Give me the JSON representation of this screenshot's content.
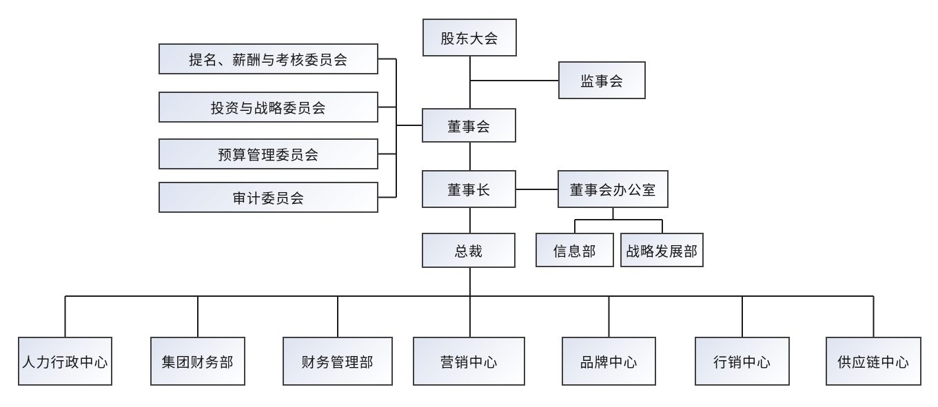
{
  "diagram": {
    "type": "org-chart",
    "background_color": "#ffffff",
    "node_border_color": "#3f3f3f",
    "node_fill_gradient": [
      "#dde3f0",
      "#ffffff"
    ],
    "line_color": "#1b1b1b",
    "text_color": "#141414",
    "nodes": {
      "shareholders_meeting": {
        "label": "股东大会"
      },
      "supervisory_board": {
        "label": "监事会"
      },
      "board_of_directors": {
        "label": "董事会"
      },
      "nomination_remuneration_assessment_committee": {
        "label": "提名、薪酬与考核委员会"
      },
      "investment_strategy_committee": {
        "label": "投资与战略委员会"
      },
      "budget_management_committee": {
        "label": "预算管理委员会"
      },
      "audit_committee": {
        "label": "审计委员会"
      },
      "chairman": {
        "label": "董事长"
      },
      "board_office": {
        "label": "董事会办公室"
      },
      "information_dept": {
        "label": "信息部"
      },
      "strategic_development_dept": {
        "label": "战略发展部"
      },
      "president": {
        "label": "总裁"
      },
      "hr_admin_center": {
        "label": "人力行政中心"
      },
      "group_finance_dept": {
        "label": "集团财务部"
      },
      "financial_management_dept": {
        "label": "财务管理部"
      },
      "marketing_center": {
        "label": "营销中心"
      },
      "brand_center": {
        "label": "品牌中心"
      },
      "trade_marketing_center": {
        "label": "行销中心"
      },
      "supply_chain_center": {
        "label": "供应链中心"
      }
    },
    "edges": [
      {
        "from": "shareholders_meeting",
        "to": "supervisory_board"
      },
      {
        "from": "shareholders_meeting",
        "to": "board_of_directors"
      },
      {
        "from": "board_of_directors",
        "to": "nomination_remuneration_assessment_committee"
      },
      {
        "from": "board_of_directors",
        "to": "investment_strategy_committee"
      },
      {
        "from": "board_of_directors",
        "to": "budget_management_committee"
      },
      {
        "from": "board_of_directors",
        "to": "audit_committee"
      },
      {
        "from": "board_of_directors",
        "to": "chairman"
      },
      {
        "from": "chairman",
        "to": "board_office"
      },
      {
        "from": "board_office",
        "to": "information_dept"
      },
      {
        "from": "board_office",
        "to": "strategic_development_dept"
      },
      {
        "from": "chairman",
        "to": "president"
      },
      {
        "from": "president",
        "to": "hr_admin_center"
      },
      {
        "from": "president",
        "to": "group_finance_dept"
      },
      {
        "from": "president",
        "to": "financial_management_dept"
      },
      {
        "from": "president",
        "to": "marketing_center"
      },
      {
        "from": "president",
        "to": "brand_center"
      },
      {
        "from": "president",
        "to": "trade_marketing_center"
      },
      {
        "from": "president",
        "to": "supply_chain_center"
      }
    ]
  }
}
